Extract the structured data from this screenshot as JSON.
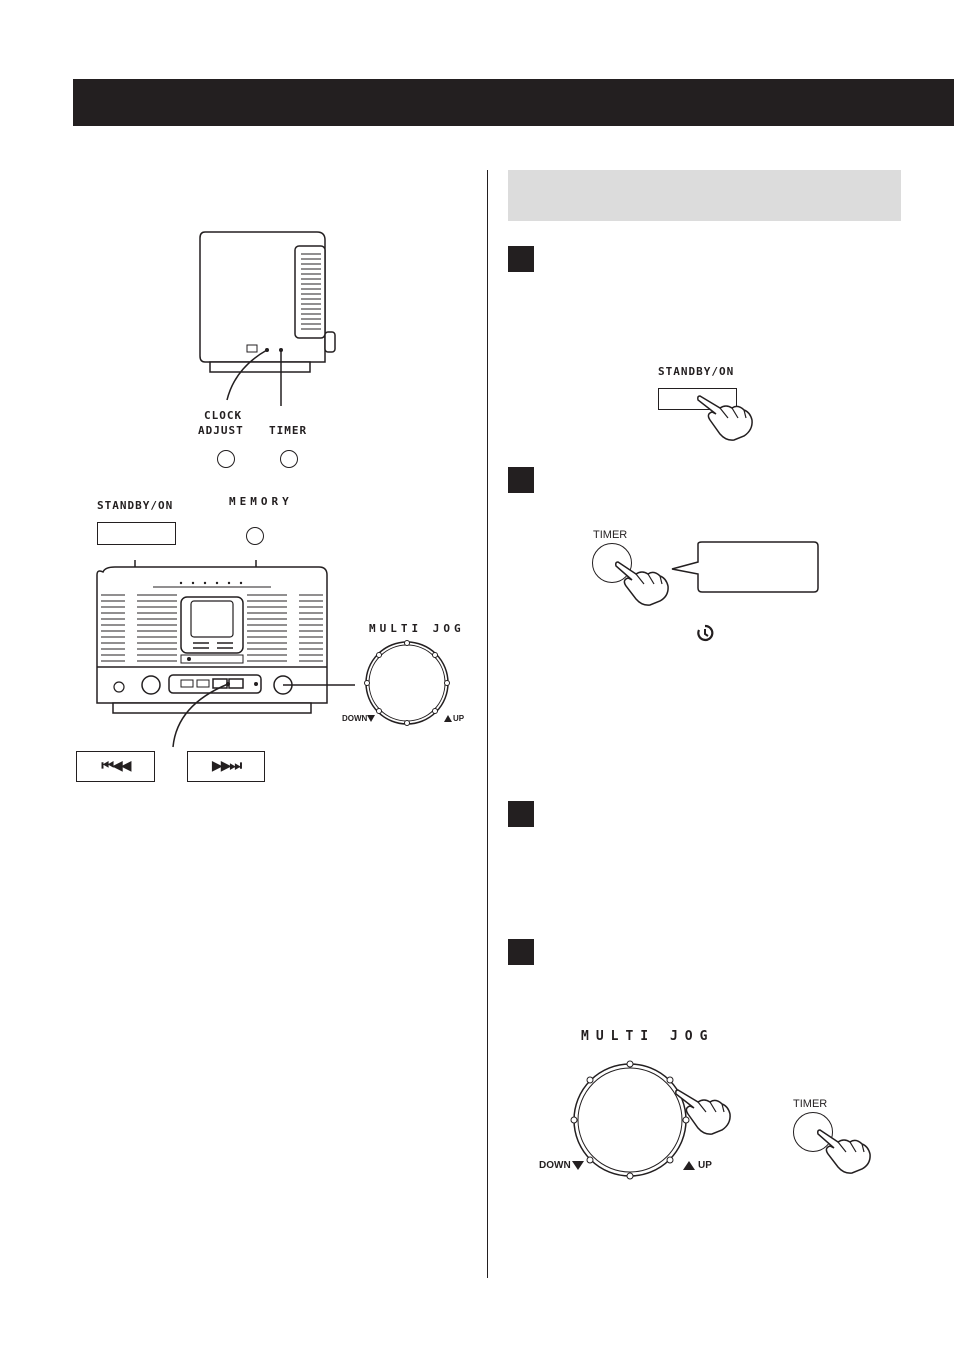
{
  "labels": {
    "clock_adjust_line1": "CLOCK",
    "clock_adjust_line2": "ADJUST",
    "timer": "TIMER",
    "standby_on": "STANDBY/ON",
    "memory": "MEMORY",
    "multi_jog": "MULTI JOG",
    "down": "DOWN",
    "up": "UP",
    "skip_back": "⏮◀◀",
    "skip_forward": "▶▶⏭",
    "timer_small": "TIMER"
  },
  "steps": [
    {
      "name": "step-1"
    },
    {
      "name": "step-2"
    },
    {
      "name": "step-3"
    },
    {
      "name": "step-4"
    }
  ],
  "icons": [
    "hand-pointer-icon",
    "timer-clock-icon",
    "triangle-down-icon",
    "triangle-up-icon"
  ],
  "colors": {
    "ink": "#231f20",
    "panel": "#dcdcdc"
  }
}
